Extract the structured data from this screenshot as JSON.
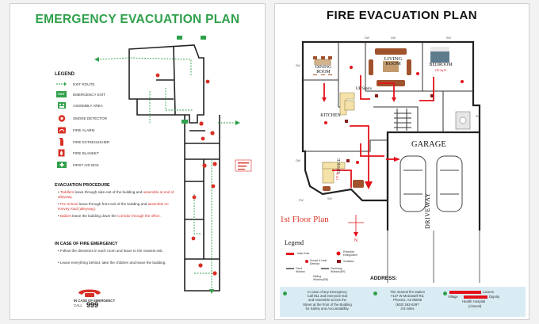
{
  "left_plan": {
    "title": "EMERGENCY EVACUATION PLAN",
    "legend_title": "LEGEND",
    "legend_items": [
      {
        "icon": "exit-route-arrow-icon",
        "label": "EXIT ROUTE"
      },
      {
        "icon": "emergency-exit-sign-icon",
        "label": "EMERGENCY EXIT",
        "sign_text": "EXIT"
      },
      {
        "icon": "assembly-area-icon",
        "label": "ASSEMBLY AREA"
      },
      {
        "icon": "smoke-detector-icon",
        "label": "SMOKE DETECTOR"
      },
      {
        "icon": "fire-alarm-icon",
        "label": "FIRE ALARM"
      },
      {
        "icon": "fire-extinguisher-icon",
        "label": "FIRE EXTINGUISHER"
      },
      {
        "icon": "fire-blanket-icon",
        "label": "FIRE BLANKET"
      },
      {
        "icon": "first-aid-box-icon",
        "label": "FIRST AID BOX"
      }
    ],
    "procedure_title": "EVACUATION PROCEDURE",
    "procedure": [
      {
        "name": "Toddlers",
        "text": " leave through side exit of the building and ",
        "highlight": "assemble at end of alleyway."
      },
      {
        "name": "Pre School",
        "text": " leave through front exit of the building and ",
        "highlight": "assemble on Harvey road (alleyway)."
      },
      {
        "name": "Babies",
        "text": " leave the building down the ",
        "highlight": "Corridor through the office."
      }
    ],
    "fire_title": "IN CASE OF FIRE EMERGENCY",
    "fire_steps": [
      "Follow the directions in each room and leave to the nearest exit.",
      "Leave everything behind, take the children and leave the building."
    ],
    "emergency_label": "IN CASE OF EMERGENCY",
    "call_label": "CALL",
    "emergency_number": "999",
    "colors": {
      "title_green": "#2fa04a",
      "route_green": "#2fa04a",
      "alarm_red": "#d93025"
    }
  },
  "right_plan": {
    "title": "FIRE EVACUATION PLAN",
    "rooms": {
      "dining": "DINING ROOM",
      "living": "LIVING ROOM",
      "bedroom": "BEDROOM",
      "bedroom_size": "130 Sq Ft",
      "kitchen": "KITCHEN",
      "office": "OFFICE",
      "office_size": "175 Sq Ft",
      "garage": "GARAGE",
      "up_stairs": "UP Stairs",
      "driveway": "DRIVEWAY"
    },
    "floor_label": "1st Floor Plan",
    "compass_north": "N",
    "legend_title": "Legend",
    "legend_items": [
      "Main Exits",
      "Protected Extinguisher",
      "Smoke & Heat Detector",
      "Ventilator",
      "Fixed Window",
      "Overhang Window(SH)",
      "Sliding Window(SW)"
    ],
    "window_tags": [
      "DW",
      "DW",
      "SW",
      "SW",
      "SW",
      "DW",
      "SW",
      "FW"
    ],
    "address_label": "ADDRESS:",
    "info_left": [
      "In case of any Emergency",
      "Call 911 and everyone Exit",
      "and Assemble across the",
      "Street at the front of the Building",
      "for Safety and Accountability."
    ],
    "info_mid": [
      "The nearest fire station",
      "7137 W McDowell Rd,",
      "Phoenix, AZ 85035",
      "(602) 262-6297",
      "3.6 miles"
    ],
    "info_right_1": "Laveen",
    "info_right_2": "Village",
    "info_right_3": "Dignity",
    "info_right_4": "Health Hospital",
    "info_right_5": "(closest)",
    "colors": {
      "route_red": "#e3121b",
      "info_bg": "#d9ecf4"
    }
  }
}
